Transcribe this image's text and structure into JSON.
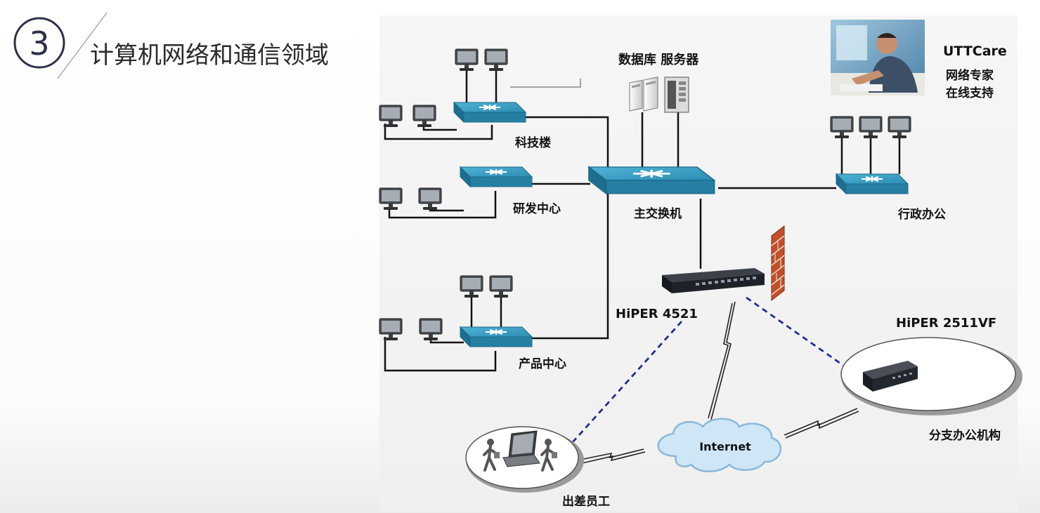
{
  "slide": {
    "section_number": "3",
    "heading": "计算机网络和通信领域"
  },
  "diagram": {
    "labels": {
      "database_server": "数据库 服务器",
      "uttcare": "UTTCare",
      "uttcare_line1": "网络专家",
      "uttcare_line2": "在线支持",
      "tech_building": "科技楼",
      "rnd_center": "研发中心",
      "main_switch": "主交换机",
      "admin_office": "行政办公",
      "product_center": "产品中心",
      "hiper_4521": "HiPER 4521",
      "hiper_2511vf": "HiPER 2511VF",
      "branch_office": "分支办公机构",
      "internet": "Internet",
      "traveling_staff": "出差员工"
    },
    "colors": {
      "switch": "#2f8fb3",
      "switch_dark": "#1d6a88",
      "line": "#111111",
      "vpn": "#1f2f8f",
      "cloud": "#cfe6f7",
      "firewall": "#c0502a",
      "router": "#1e2228",
      "accent": "#2c3147"
    }
  }
}
